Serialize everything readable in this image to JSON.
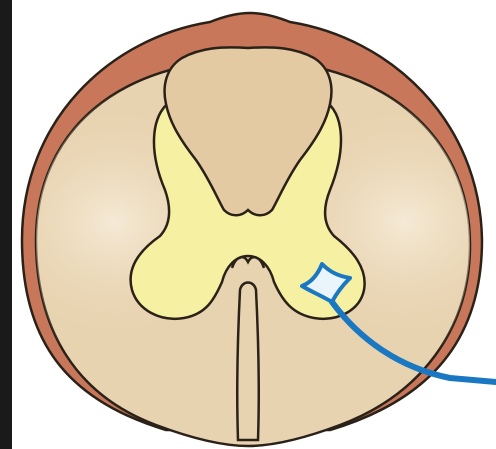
{
  "diagram": {
    "colors": {
      "background": "#ffffff",
      "left_edge": "#1a1a1a",
      "outline": "#2a2218",
      "meninges": "#c8775a",
      "white_matter": "#e8d3b0",
      "white_matter_highlight": "#f3e6cf",
      "grey_matter": "#f6f0a2",
      "posterior_column": "#e3caa2",
      "pointer_line": "#1a78c2",
      "marker_fill": "#e9f4fb"
    },
    "structures": [
      "spinal-cord-cross-section",
      "meninges",
      "white-matter",
      "grey-matter",
      "posterior-columns",
      "anterior-median-fissure",
      "highlight-marker",
      "pointer-line"
    ]
  }
}
